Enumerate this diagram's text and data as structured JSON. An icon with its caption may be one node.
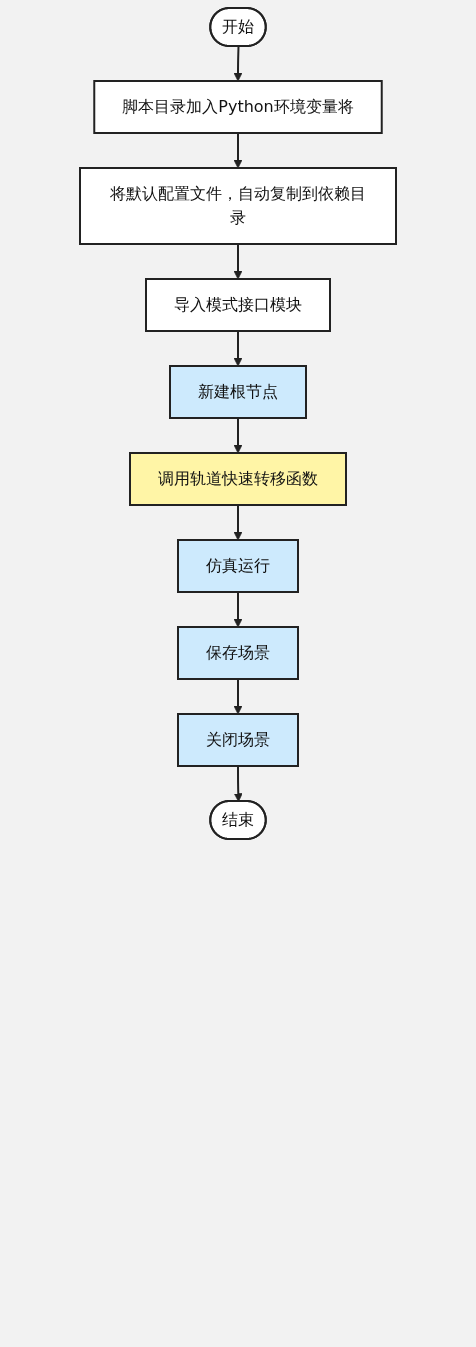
{
  "diagram": {
    "nodes": [
      {
        "text": [
          "开始"
        ]
      },
      {
        "text": [
          "脚本目录加入Python环境变量将"
        ]
      },
      {
        "text": [
          "将默认配置文件，自动复制到依赖目录"
        ]
      },
      {
        "text": [
          "导入模式接口模块"
        ]
      },
      {
        "text": [
          "新建根节点"
        ]
      },
      {
        "text": [
          "调用轨道快速转移函数"
        ]
      },
      {
        "text": [
          "仿真运行"
        ]
      },
      {
        "text": [
          "保存场景"
        ]
      },
      {
        "text": [
          "关闭场景"
        ]
      },
      {
        "text": [
          "结束"
        ]
      }
    ],
    "edges": [
      {
        "from": 0,
        "to": 1,
        "arrow": "to"
      },
      {
        "from": 1,
        "to": 2,
        "arrow": "to"
      },
      {
        "from": 2,
        "to": 3,
        "arrow": "to"
      },
      {
        "from": 3,
        "to": 4,
        "arrow": "to"
      },
      {
        "from": 4,
        "to": 5,
        "arrow": "to"
      },
      {
        "from": 5,
        "to": 6,
        "arrow": "to"
      },
      {
        "from": 6,
        "to": 7,
        "arrow": "to"
      },
      {
        "from": 7,
        "to": 8,
        "arrow": "to"
      },
      {
        "from": 8,
        "to": 9,
        "arrow": "to"
      }
    ]
  }
}
